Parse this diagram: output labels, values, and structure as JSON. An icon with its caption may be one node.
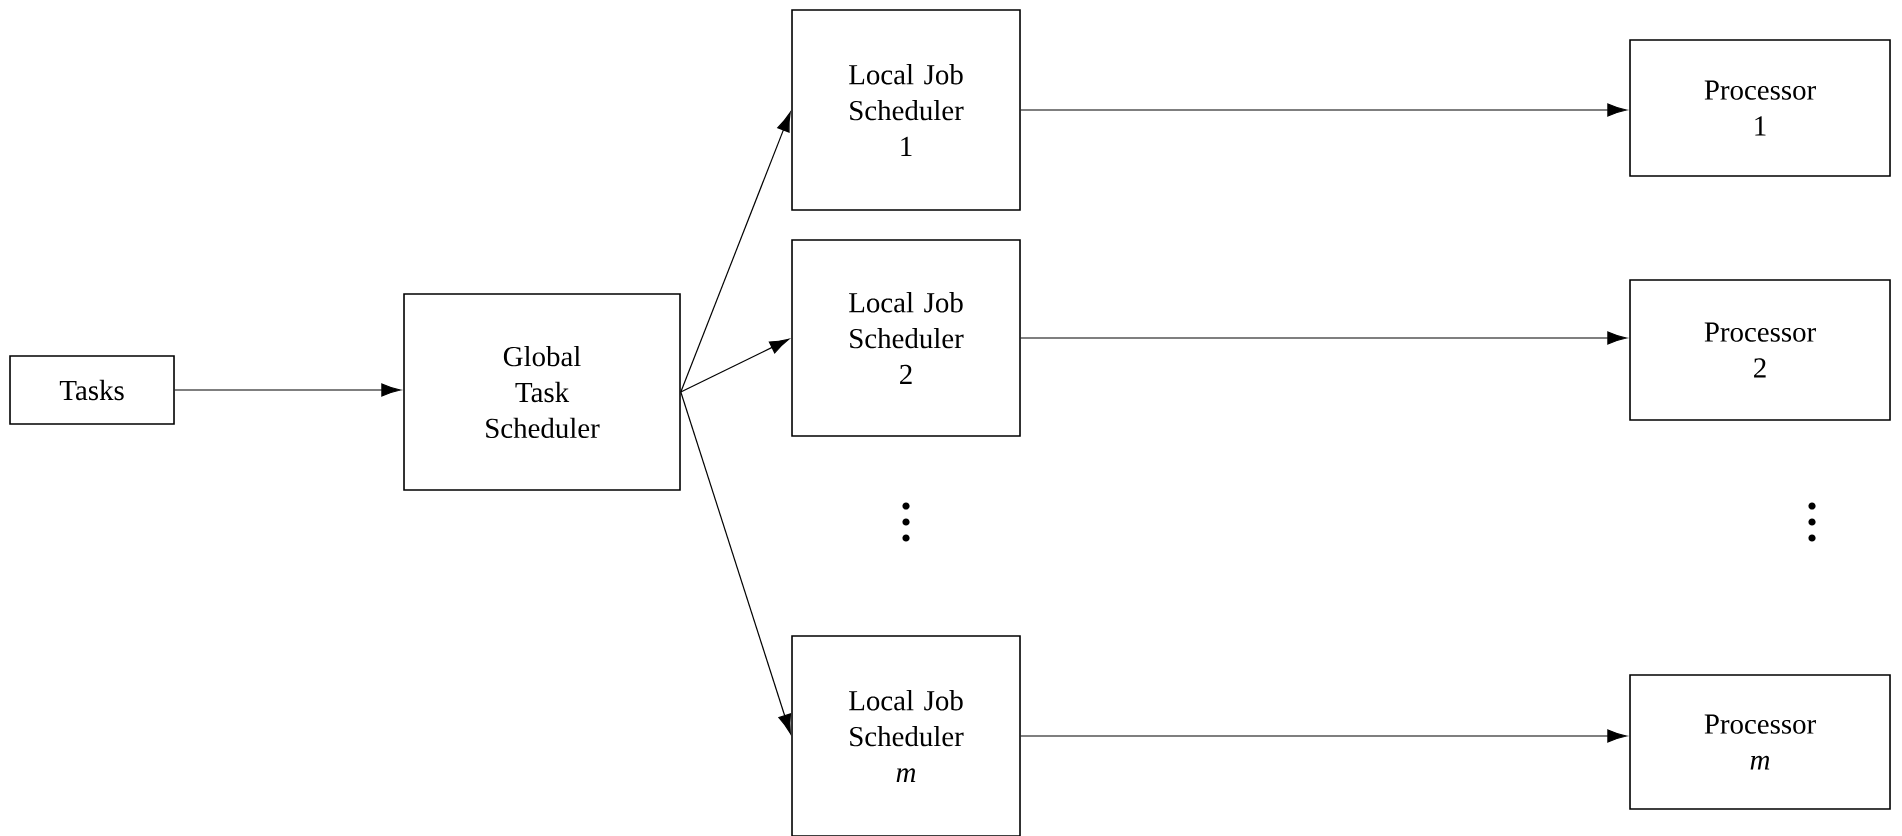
{
  "diagram": {
    "nodes": [
      {
        "text": [
          "Tasks"
        ]
      },
      {
        "text": [
          "Global Task Scheduler"
        ]
      },
      {
        "text": [
          "Local Job Scheduler 1"
        ]
      },
      {
        "text": [
          "Local Job Scheduler 2"
        ]
      },
      {
        "text": [
          "Local Job Scheduler *m*"
        ]
      },
      {
        "text": [
          "Processor 1"
        ]
      },
      {
        "text": [
          "Processor 2"
        ]
      },
      {
        "text": [
          "Processor *m*"
        ]
      }
    ],
    "edges": [
      {
        "from": 0,
        "to": 1,
        "arrow": "to"
      },
      {
        "from": 1,
        "to": 2,
        "arrow": "to"
      },
      {
        "from": 1,
        "to": 3,
        "arrow": "to"
      },
      {
        "from": 1,
        "to": 4,
        "arrow": "to"
      },
      {
        "from": 2,
        "to": 5,
        "arrow": "to"
      },
      {
        "from": 3,
        "to": 6,
        "arrow": "to"
      },
      {
        "from": 4,
        "to": 7,
        "arrow": "to"
      }
    ]
  }
}
